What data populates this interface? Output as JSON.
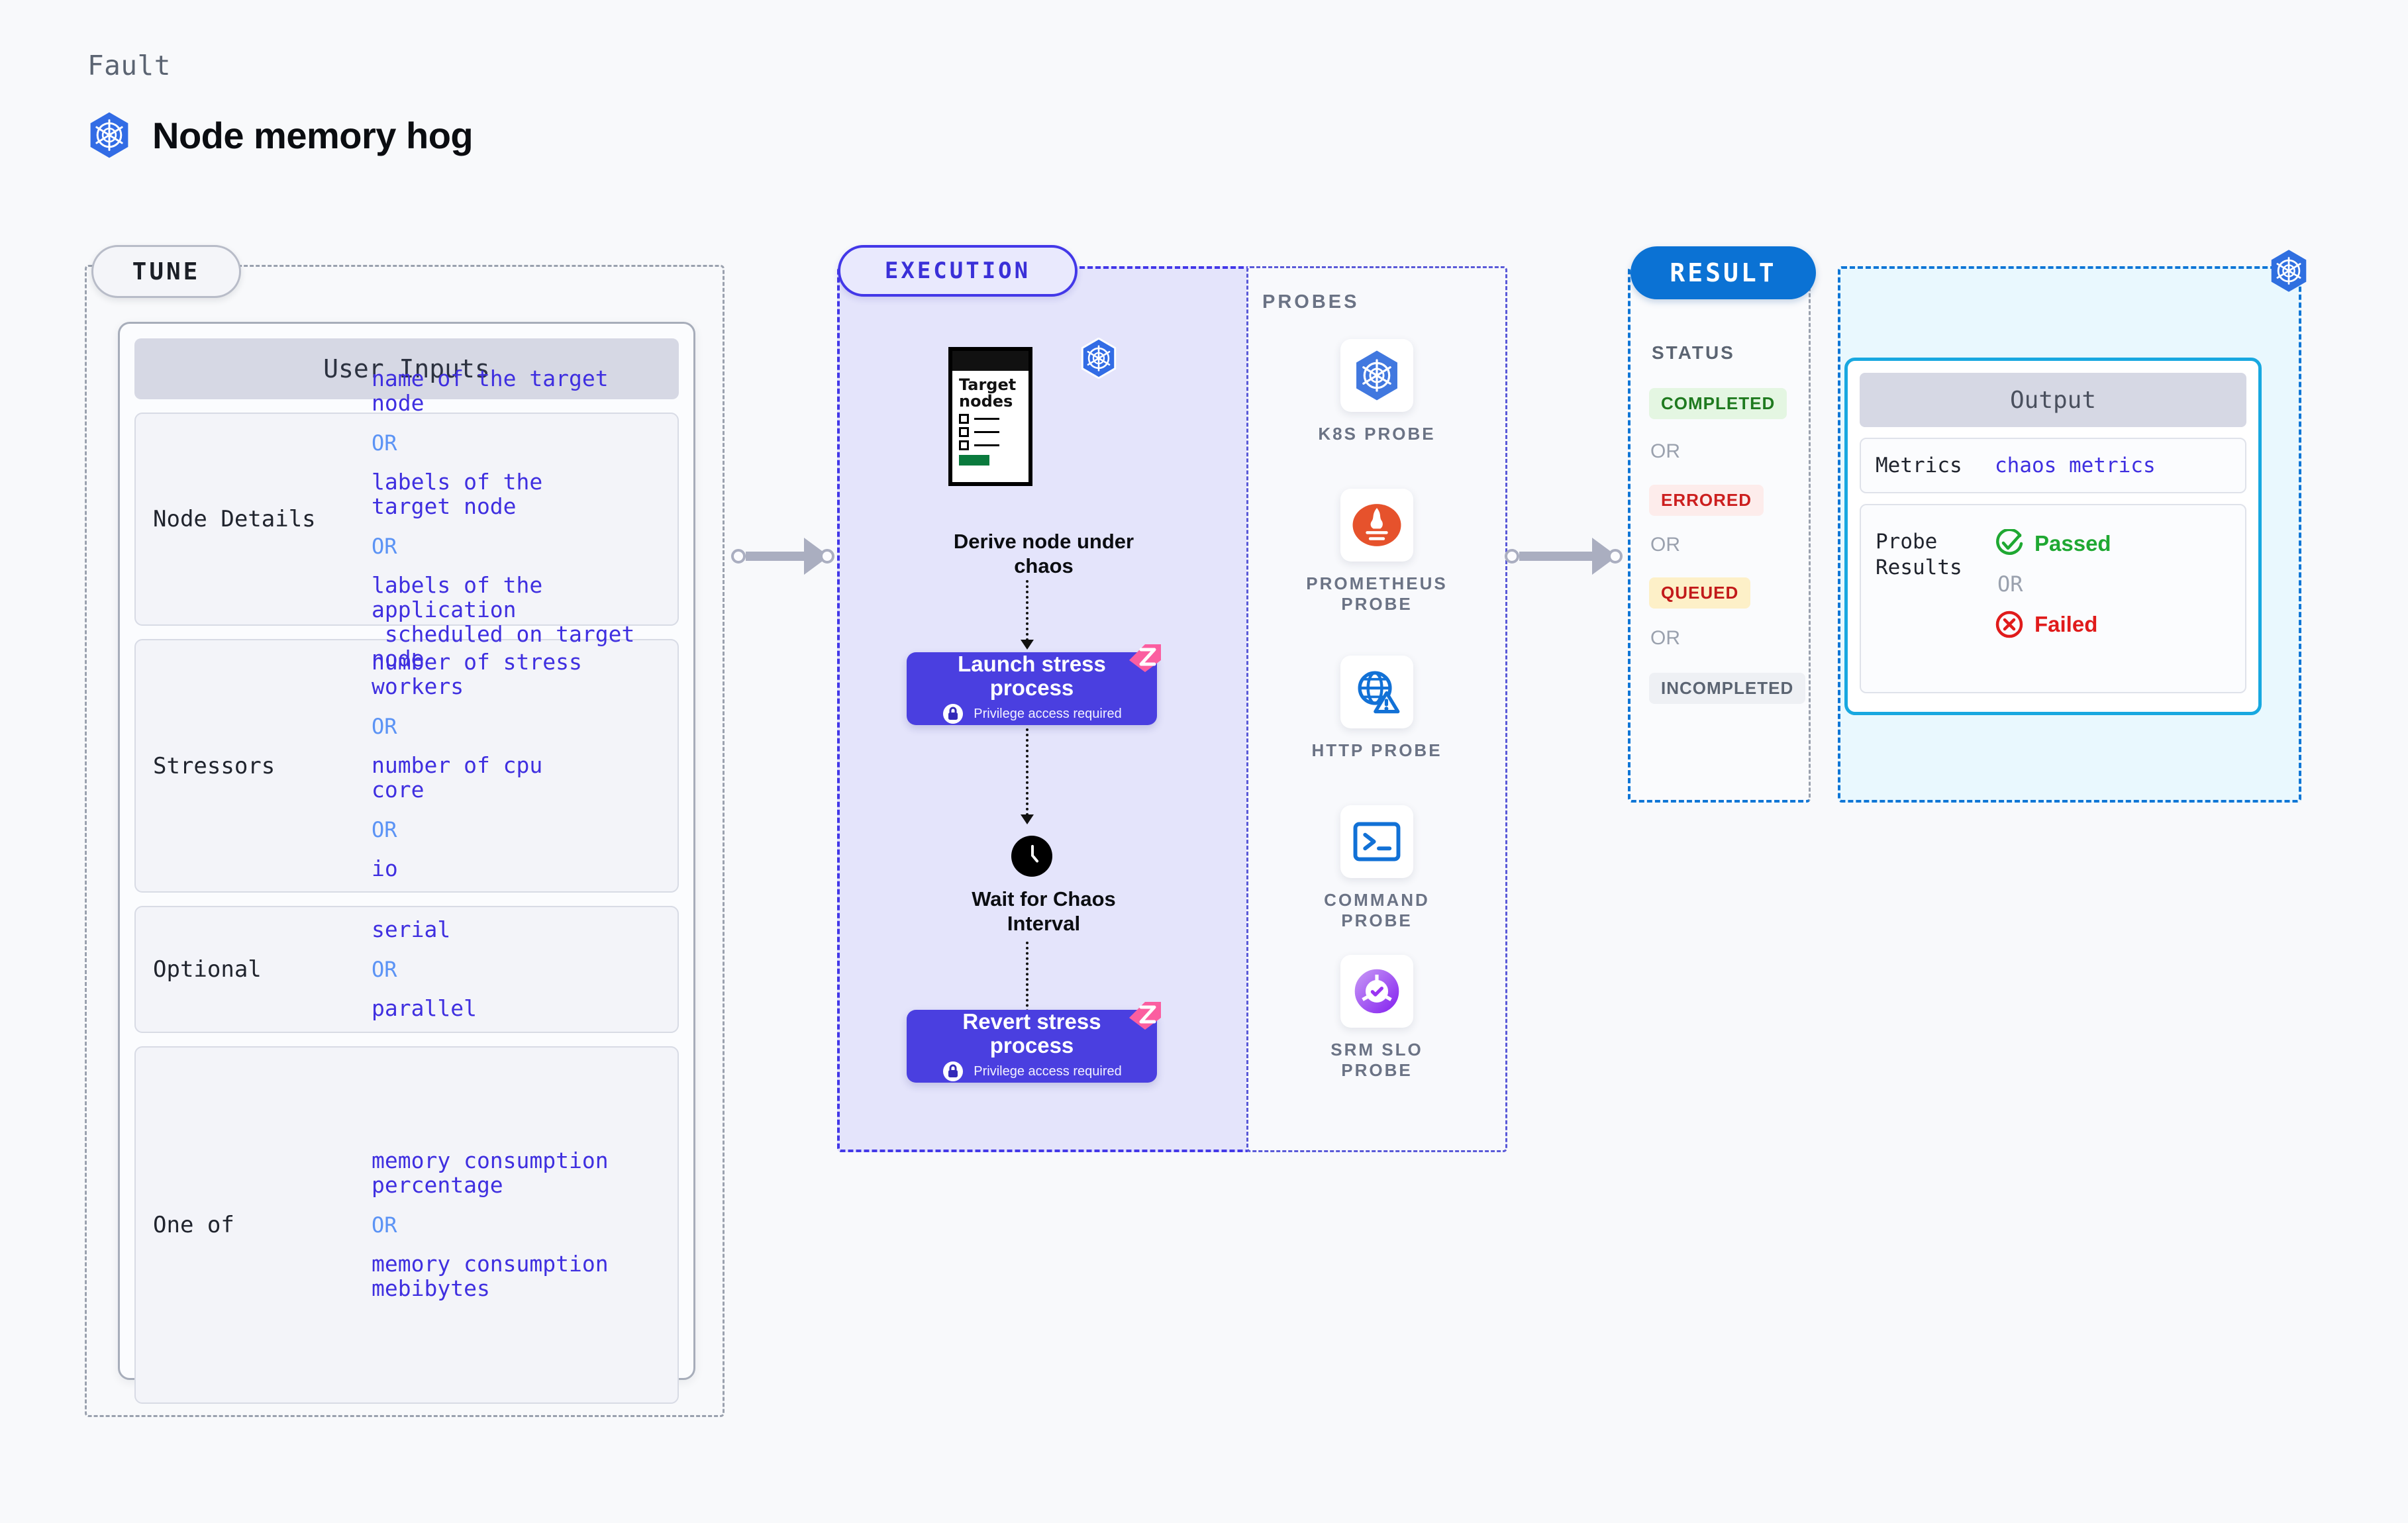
{
  "header": {
    "kicker": "Fault",
    "title": "Node memory hog",
    "icon": "kubernetes-icon"
  },
  "tune": {
    "pill_label": "TUNE",
    "card_title": "User Inputs",
    "groups": [
      {
        "label": "Node Details",
        "items": [
          "name of the target\nnode",
          "OR",
          "labels of the\ntarget node",
          "OR",
          "labels of the application\n scheduled on target node"
        ]
      },
      {
        "label": "Stressors",
        "items": [
          "number of stress\nworkers",
          "OR",
          "number of cpu\ncore",
          "OR",
          "io"
        ]
      },
      {
        "label": "Optional",
        "items": [
          "serial",
          "OR",
          "parallel"
        ]
      },
      {
        "label": "One of",
        "items": [
          "memory consumption\npercentage",
          "OR",
          "memory consumption\nmebibytes"
        ]
      }
    ]
  },
  "execution": {
    "pill_label": "EXECUTION",
    "steps": [
      {
        "caption": "Derive node under\nchaos",
        "card_title": "Target\nnodes",
        "icon": "kubernetes-icon"
      },
      {
        "title": "Launch stress\nprocess",
        "privilege": "Privilege access required",
        "icon": "lock-icon",
        "ribbon": "litmus-ribbon-icon"
      },
      {
        "caption": "Wait for Chaos\nInterval",
        "icon": "clock-icon"
      },
      {
        "title": "Revert stress\nprocess",
        "privilege": "Privilege access required",
        "icon": "lock-icon",
        "ribbon": "litmus-ribbon-icon"
      }
    ]
  },
  "probes": {
    "label": "PROBES",
    "items": [
      {
        "name": "K8S PROBE",
        "icon": "kubernetes-icon"
      },
      {
        "name": "PROMETHEUS\nPROBE",
        "icon": "prometheus-icon"
      },
      {
        "name": "HTTP PROBE",
        "icon": "globe-warning-icon"
      },
      {
        "name": "COMMAND\nPROBE",
        "icon": "terminal-icon"
      },
      {
        "name": "SRM SLO\nPROBE",
        "icon": "slo-gauge-icon"
      }
    ]
  },
  "result": {
    "pill_label": "RESULT",
    "status_label": "STATUS",
    "statuses": [
      {
        "label": "COMPLETED",
        "color": "#1f7a1f",
        "bg": "#e4f6e2"
      },
      {
        "label": "OR",
        "color": "#9aa1ae",
        "bg": "transparent"
      },
      {
        "label": "ERRORED",
        "color": "#cc1f1f",
        "bg": "#fdeceb"
      },
      {
        "label": "OR",
        "color": "#9aa1ae",
        "bg": "transparent"
      },
      {
        "label": "QUEUED",
        "color": "#c21a1a",
        "bg": "#fdf0c8"
      },
      {
        "label": "OR",
        "color": "#9aa1ae",
        "bg": "transparent"
      },
      {
        "label": "INCOMPLETED",
        "color": "#5b6472",
        "bg": "#eef0f4"
      }
    ],
    "output": {
      "title": "Output",
      "icon": "kubernetes-icon",
      "rows": [
        {
          "label": "Metrics",
          "value": "chaos metrics"
        },
        {
          "label": "Probe\nResults",
          "passed": "Passed",
          "or": "OR",
          "failed": "Failed",
          "passed_color": "#1fa832",
          "failed_color": "#e01b1b"
        }
      ]
    }
  },
  "colors": {
    "accent_purple": "#4338e8",
    "accent_blue": "#0b72d4",
    "value_text": "#3f2fe0",
    "or_text": "#5b93f5",
    "canvas": "#f8f9fb"
  }
}
